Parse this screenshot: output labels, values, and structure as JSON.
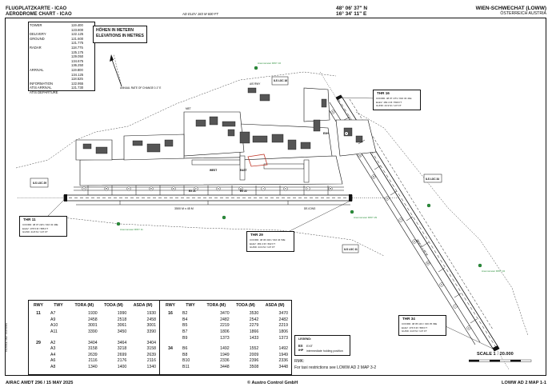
{
  "header": {
    "title_de": "FLUGPLATZKARTE - ICAO",
    "title_en": "AERODROME CHART - ICAO",
    "elevation": "AD ELEV 183 M 600 FT",
    "lat": "48° 06' 37\" N",
    "lon": "16° 34' 11\" E",
    "airport": "WIEN-SCHWECHAT (LOWW)",
    "country": "ÖSTERREICH  AUSTRIA"
  },
  "frequencies": [
    {
      "label": "TOWER",
      "values": [
        "119.400",
        "123.800"
      ]
    },
    {
      "label": "DELIVERY",
      "values": [
        "122.125"
      ]
    },
    {
      "label": "GROUND",
      "values": [
        "121.600",
        "121.775"
      ]
    },
    {
      "label": "RADAR",
      "values": [
        "118.775",
        "125.175",
        "129.050",
        "134.675",
        "136.250"
      ]
    },
    {
      "label": "ARRIVAL",
      "values": [
        "119.800",
        "134.125",
        "118.525"
      ]
    },
    {
      "label": "INFORMATION",
      "values": [
        "122.955"
      ]
    },
    {
      "label": "ATIS ARRIVAL",
      "values": [
        "121.730"
      ]
    },
    {
      "label": "ATIS DEPARTURE",
      "values": []
    }
  ],
  "heights_box": {
    "line1": "HÖHEN IN METERN",
    "line2": "ELEVATIONS IN METRES"
  },
  "variation_note": "ANNUAL RATE OF CHANGE 0.1° E",
  "runways": {
    "thr11": {
      "title": "THR 11",
      "lines": [
        "COORD: 48 07 22N / 016 32 49E",
        "ELEV: 178.5 M / 586 FT",
        "GUND: 44.8 M / 147 FT"
      ]
    },
    "thr29": {
      "title": "THR 29",
      "lines": [
        "COORD: 48 06 34N / 016 34 53E",
        "ELEV: 183.4 M / 602 FT",
        "GUND: 44.9 M / 147 FT"
      ]
    },
    "thr16": {
      "title": "THR 16",
      "lines": [
        "COORD: 48 07 17N / 016 34 41E",
        "ELEV: 182.4 M / 599 FT",
        "GUND: 44.9 M / 147 FT"
      ]
    },
    "thr34": {
      "title": "THR 34",
      "lines": [
        "COORD: 48 05 11N / 016 35 39E",
        "ELEV: 176.5 M / 580 FT",
        "GUND: 44.8 M / 147 FT"
      ]
    },
    "rwy1129_dims": "3500 M x 45 M",
    "rwy1634_dims": "3600 M x 45 M"
  },
  "map_labels": {
    "ils_loc_11": "ILS LOC 29",
    "ils_loc_16": "ILS LOC 16",
    "ils_loc_34": "ILS LOC 34",
    "ils_loc_29": "ILS LOC 11",
    "ais_rwy": "AIS RWY",
    "met": "MET",
    "tower": "TWR",
    "gen_av": "GAC",
    "de_icing": "DE-ICING",
    "windsock_labels": [
      "Anemometer RWY 16",
      "Anemometer RWY 11",
      "Anemometer RWY 29",
      "Anemometer RWY 34"
    ],
    "taxiway_letters": [
      "A",
      "B",
      "C",
      "D",
      "E",
      "F",
      "G",
      "H",
      "J",
      "K",
      "L",
      "M",
      "N",
      "P",
      "Q",
      "R",
      "S",
      "T",
      "U",
      "W",
      "X",
      "Y",
      "Z"
    ],
    "apron_labels": [
      "WEST",
      "EAST",
      "EXH",
      "EX 21",
      "EX 22",
      "EX 23",
      "EX 24",
      "EX 25",
      "EX 26"
    ]
  },
  "distances": {
    "headers": [
      "RWY",
      "TWY",
      "TORA (M)",
      "TODA (M)",
      "ASDA (M)"
    ],
    "left": [
      {
        "rwy": "11",
        "rows": [
          [
            "A7",
            "1930",
            "1990",
            "1930"
          ],
          [
            "A9",
            "2458",
            "2518",
            "2458"
          ],
          [
            "A10",
            "3001",
            "3061",
            "3001"
          ],
          [
            "A11",
            "3390",
            "3450",
            "3390"
          ]
        ]
      },
      {
        "rwy": "29",
        "rows": [
          [
            "A2",
            "3404",
            "3464",
            "3404"
          ],
          [
            "A3",
            "3158",
            "3218",
            "3158"
          ],
          [
            "A4",
            "2639",
            "2699",
            "2639"
          ],
          [
            "A6",
            "2116",
            "2176",
            "2116"
          ],
          [
            "A8",
            "1340",
            "1400",
            "1340"
          ]
        ]
      }
    ],
    "right": [
      {
        "rwy": "16",
        "rows": [
          [
            "B2",
            "3470",
            "3530",
            "3470"
          ],
          [
            "B4",
            "2482",
            "2542",
            "2482"
          ],
          [
            "B5",
            "2219",
            "2279",
            "2219"
          ],
          [
            "B7",
            "1806",
            "1866",
            "1806"
          ],
          [
            "B9",
            "1373",
            "1433",
            "1373"
          ]
        ]
      },
      {
        "rwy": "34",
        "rows": [
          [
            "B6",
            "1492",
            "1552",
            "1492"
          ],
          [
            "B8",
            "1949",
            "2009",
            "1949"
          ],
          [
            "B10",
            "2336",
            "2396",
            "2336"
          ],
          [
            "B11",
            "3448",
            "3508",
            "3448"
          ]
        ]
      }
    ]
  },
  "legend": {
    "title": "LEGEND:",
    "items": [
      {
        "sym": "EX",
        "text": "EXIT"
      },
      {
        "sym": "IHP",
        "text": "intermediate holding position"
      }
    ]
  },
  "scale": "SCALE  1 : 20.000",
  "rmk": {
    "label": "RMK:",
    "text": "For taxi restrictions see LOWW AD 2 MAP 3-2"
  },
  "footer": {
    "left": "AIRAC AMDT 296 / 15 MAY 2025",
    "center": "© Austro Control GmbH",
    "right": "LOWW AD 2 MAP 1-1",
    "side": "CHANGE: MET STATIONS"
  },
  "colors": {
    "windsock": "#2a8f3a",
    "runway": "#111111",
    "restricted": "#c0392b",
    "frame": "#111111"
  }
}
